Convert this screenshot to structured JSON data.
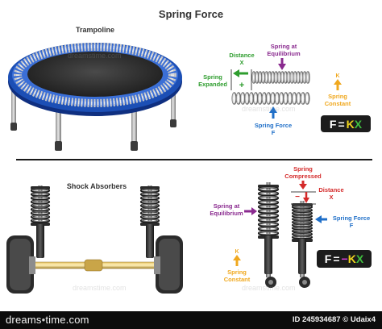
{
  "title": "Spring Force",
  "top_panel": {
    "caption": "Trampoline",
    "labels": {
      "distance": [
        "Distance",
        "X"
      ],
      "spring_expanded": [
        "Spring",
        "Expanded"
      ],
      "spring_at_equilibrium": [
        "Spring at",
        "Equilibrium"
      ],
      "spring_force": [
        "Spring Force",
        "F"
      ],
      "spring_constant": [
        "K",
        "Spring",
        "Constant"
      ],
      "plus_sign": "+"
    },
    "formula": {
      "f": "F",
      "eq": "=",
      "k": "K",
      "x": "X"
    }
  },
  "bottom_panel": {
    "caption": "Shock Absorbers",
    "labels": {
      "spring_compressed": [
        "Spring",
        "Compressed"
      ],
      "distance": [
        "Distance",
        "X"
      ],
      "spring_at_equilibrium": [
        "Spring at",
        "Equilibrium"
      ],
      "spring_force": [
        "Spring Force",
        "F"
      ],
      "spring_constant": [
        "K",
        "Spring",
        "Constant"
      ],
      "minus_sign": "−"
    },
    "formula": {
      "f": "F",
      "eq": "=",
      "minus": "−",
      "k": "K",
      "x": "X"
    }
  },
  "colors": {
    "title": "#333333",
    "green": "#2e9d2e",
    "purple": "#8a2a8f",
    "blue": "#1f6fc8",
    "red": "#d42a2a",
    "orange": "#f0a81e",
    "trampoline_blue": "#1c4fb5",
    "formula_bg": "#1c1c1c",
    "formula_green": "#3fbf3f",
    "formula_yellow": "#f0d51e",
    "formula_magenta": "#d23dd2"
  },
  "icons": [
    "trampoline-illustration",
    "spring-coil-icon",
    "shock-absorber-illustration",
    "wheel-axle-illustration",
    "arrow-icon"
  ],
  "watermark": "dreamstime.com",
  "footer": {
    "brand": {
      "a": "dreams",
      "dot": "•",
      "b": "time.com"
    },
    "id_text": "ID 245934687 © Udaix4"
  }
}
